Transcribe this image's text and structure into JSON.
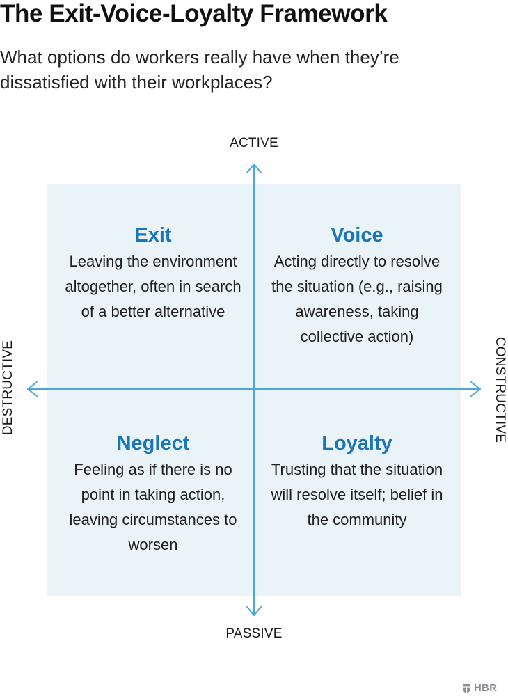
{
  "title": "The Exit-Voice-Loyalty Framework",
  "subtitle": "What options do workers really have when they’re dissatisfied with their workplaces?",
  "axes": {
    "top": "ACTIVE",
    "bottom": "PASSIVE",
    "left": "DESTRUCTIVE",
    "right": "CONSTRUCTIVE"
  },
  "quadrants": {
    "exit": {
      "title": "Exit",
      "description": "Leaving the environment altogether, often in search of a better alternative"
    },
    "voice": {
      "title": "Voice",
      "description": "Acting directly to resolve the situation (e.g., raising awareness, taking collective action)"
    },
    "neglect": {
      "title": "Neglect",
      "description": "Feeling as if there is no point in taking action, leaving circumstances to worsen"
    },
    "loyalty": {
      "title": "Loyalty",
      "description": "Trusting that the situation will resolve itself; belief in the community"
    }
  },
  "logo": {
    "text": "HBR",
    "icon": "shield-icon"
  },
  "colors": {
    "accent": "#1a76b8",
    "axis": "#4aa8d8",
    "panel": "#e9f3f8",
    "logo": "#8a8f94"
  }
}
